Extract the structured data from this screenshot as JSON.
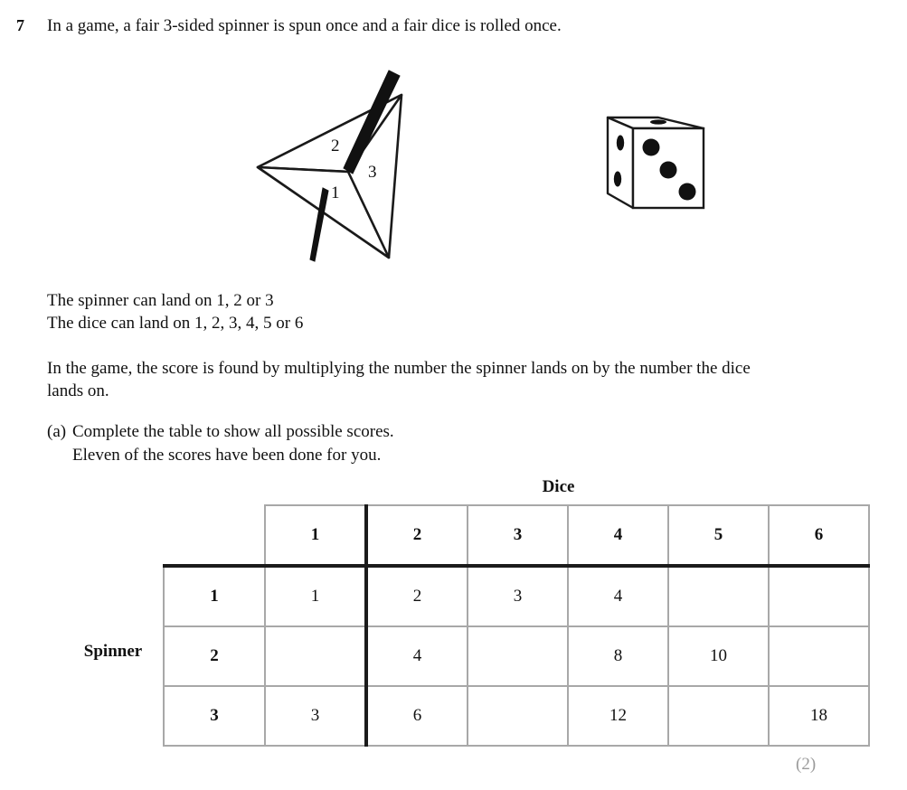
{
  "question": {
    "number": "7",
    "intro": "In a game, a fair 3-sided spinner is spun once and a fair dice is rolled once.",
    "facts_line_1": "The spinner can land on 1, 2 or 3",
    "facts_line_2": "The dice can land on 1, 2, 3, 4, 5 or 6",
    "score_rule": "In the game, the score is found by multiplying the number the spinner lands on by the number the dice lands on.",
    "part_a_label": "(a)",
    "part_a_line_1": "Complete the table to show all possible scores.",
    "part_a_line_2": "Eleven of the scores have been done for you.",
    "marks": "(2)"
  },
  "figures": {
    "spinner": {
      "name": "3-sided-spinner",
      "face_labels": [
        "1",
        "2",
        "3"
      ]
    },
    "dice": {
      "name": "six-sided-dice",
      "front_face_pips": 3,
      "left_face_pips": 2,
      "top_face_pips": 1
    }
  },
  "table": {
    "column_axis_title": "Dice",
    "row_axis_title": "Spinner",
    "corner_cell": "",
    "column_headers": [
      "1",
      "2",
      "3",
      "4",
      "5",
      "6"
    ],
    "row_headers": [
      "1",
      "2",
      "3"
    ],
    "rows": [
      [
        "1",
        "2",
        "3",
        "4",
        "",
        ""
      ],
      [
        "",
        "4",
        "",
        "8",
        "10",
        ""
      ],
      [
        "3",
        "6",
        "",
        "12",
        "",
        "18"
      ]
    ]
  },
  "colors": {
    "ink": "#111111",
    "grid_line": "#a8a8a8",
    "rule_line": "#1b1b1b",
    "marks_gray": "#9a9a9a"
  }
}
